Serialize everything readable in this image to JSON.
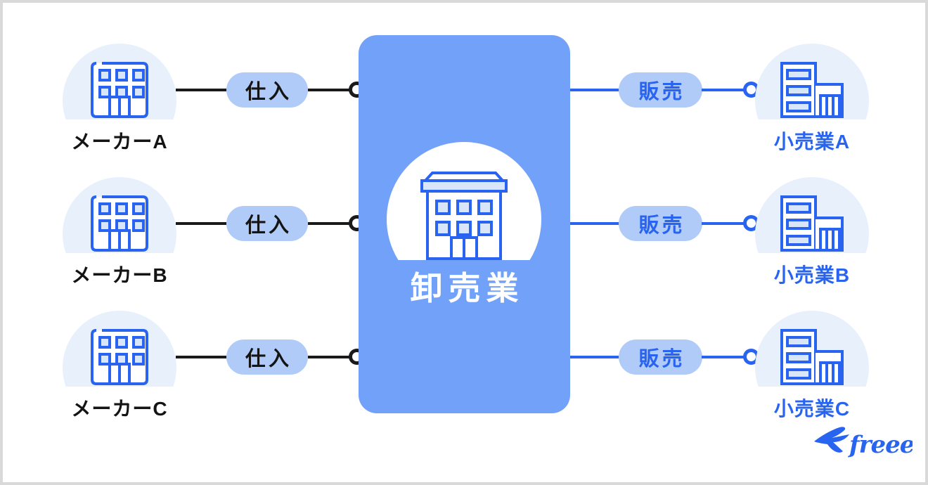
{
  "diagram": {
    "center_label": "卸売業",
    "purchase_label": "仕入",
    "sales_label": "販売",
    "makers": [
      {
        "label": "メーカーA"
      },
      {
        "label": "メーカーB"
      },
      {
        "label": "メーカーC"
      }
    ],
    "retailers": [
      {
        "label": "小売業A"
      },
      {
        "label": "小売業B"
      },
      {
        "label": "小売業C"
      }
    ]
  },
  "branding": {
    "logo_text": "freee"
  },
  "colors": {
    "brand_blue": "#2864F0",
    "center_box_blue": "#72A1FA",
    "pill_bg": "#B0CBF8",
    "icon_circle_bg": "#E8F0FC",
    "window_fill": "#D9E6FA",
    "line_black": "#1A1A1A",
    "frame_gray": "#D9D9D9"
  }
}
